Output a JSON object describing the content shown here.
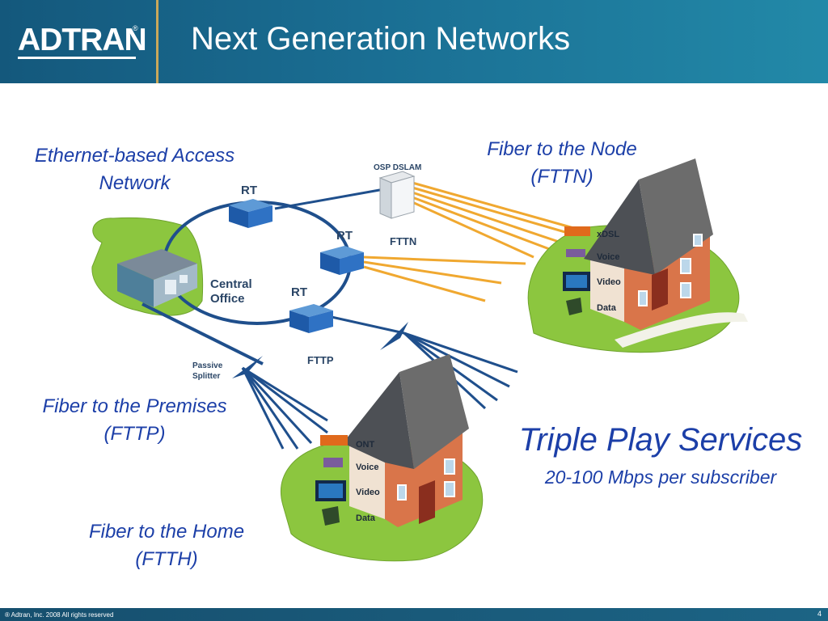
{
  "header": {
    "logo_text": "ADTRAN",
    "logo_mark": "®",
    "title": "Next Generation Networks"
  },
  "captions": {
    "ethernet": [
      "Ethernet-based Access",
      "Network"
    ],
    "fttn": [
      "Fiber to the Node",
      "(FTTN)"
    ],
    "fttp": [
      "Fiber to the Premises",
      "(FTTP)"
    ],
    "ftth": [
      "Fiber to the Home",
      "(FTTH)"
    ]
  },
  "triple_play": {
    "title": "Triple Play Services",
    "subtitle": "20-100 Mbps per subscriber"
  },
  "diagram": {
    "central_office": [
      "Central",
      "Office"
    ],
    "rt_labels": [
      "RT",
      "RT",
      "RT"
    ],
    "osp_dslam": "OSP DSLAM",
    "fttn": "FTTN",
    "fttp": "FTTP",
    "splitter": [
      "Passive",
      "Splitter"
    ],
    "house_fttn": [
      "xDSL",
      "Voice",
      "Video",
      "Data"
    ],
    "house_ftth": [
      "ONT",
      "Voice",
      "Video",
      "Data"
    ]
  },
  "colors": {
    "header_blue": "#1a6e93",
    "caption_blue": "#1c3fa8",
    "fiber_orange": "#f0a830",
    "fiber_blue": "#1f4f8c",
    "grass_green": "#8cc63f",
    "roof_gray": "#6c6c6c",
    "brick": "#d9754a"
  },
  "footer": {
    "copyright": "® Adtran, Inc. 2008 All rights reserved",
    "page": "4"
  }
}
